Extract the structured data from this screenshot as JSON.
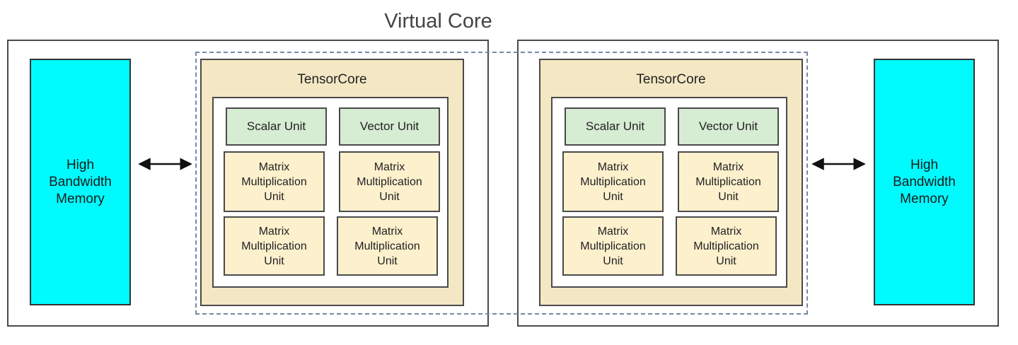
{
  "diagram": {
    "title": "Virtual Core",
    "cores": [
      {
        "memory_label": "High\nBandwidth\nMemory",
        "tensorcore_label": "TensorCore",
        "scalar_unit": "Scalar Unit",
        "vector_unit": "Vector Unit",
        "mxu": [
          "Matrix\nMultiplication\nUnit",
          "Matrix\nMultiplication\nUnit",
          "Matrix\nMultiplication\nUnit",
          "Matrix\nMultiplication\nUnit"
        ]
      },
      {
        "memory_label": "High\nBandwidth\nMemory",
        "tensorcore_label": "TensorCore",
        "scalar_unit": "Scalar Unit",
        "vector_unit": "Vector Unit",
        "mxu": [
          "Matrix\nMultiplication\nUnit",
          "Matrix\nMultiplication\nUnit",
          "Matrix\nMultiplication\nUnit",
          "Matrix\nMultiplication\nUnit"
        ]
      }
    ],
    "colors": {
      "memory": "#00fbff",
      "tensorcore": "#f4e7c4",
      "scalar_vector": "#d6ecd3",
      "mxu": "#fdf0cd",
      "virtual_core_border": "#7888a8"
    }
  }
}
